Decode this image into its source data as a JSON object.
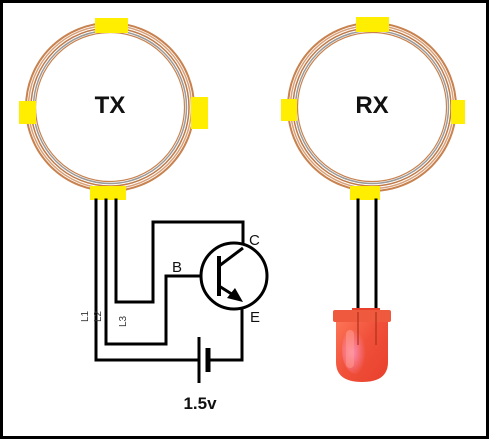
{
  "tx_coil": {
    "label": "TX"
  },
  "rx_coil": {
    "label": "RX"
  },
  "leads": [
    "L1",
    "L2",
    "L3"
  ],
  "transistor": {
    "collector": "C",
    "base": "B",
    "emitter": "E"
  },
  "battery": {
    "voltage": "1.5v"
  },
  "colors": {
    "copper": "#c8824f",
    "clip": "#ffee00",
    "wire": "#000000",
    "led": "#f0503a",
    "led_highlight": "#ff9a8a"
  }
}
